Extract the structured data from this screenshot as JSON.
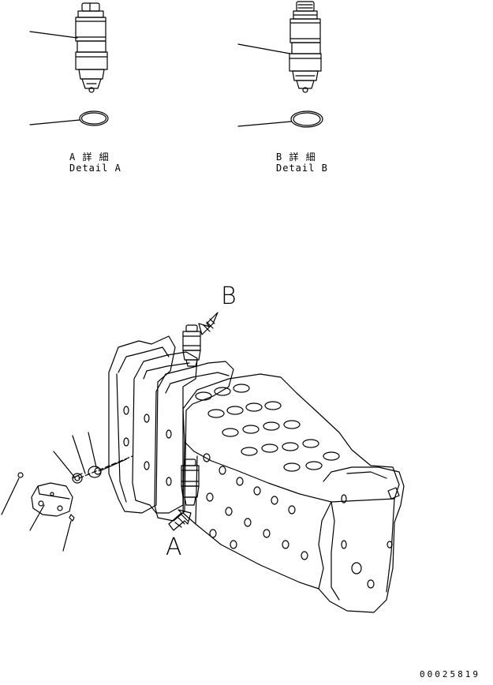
{
  "detail_a": {
    "jp": "A 詳 細",
    "en": "Detail A"
  },
  "detail_b": {
    "jp": "B 詳 細",
    "en": "Detail B"
  },
  "arrow_a_label": "A",
  "arrow_b_label": "B",
  "drawing_number": "00025819",
  "colors": {
    "line": "#000000",
    "background": "#ffffff"
  }
}
